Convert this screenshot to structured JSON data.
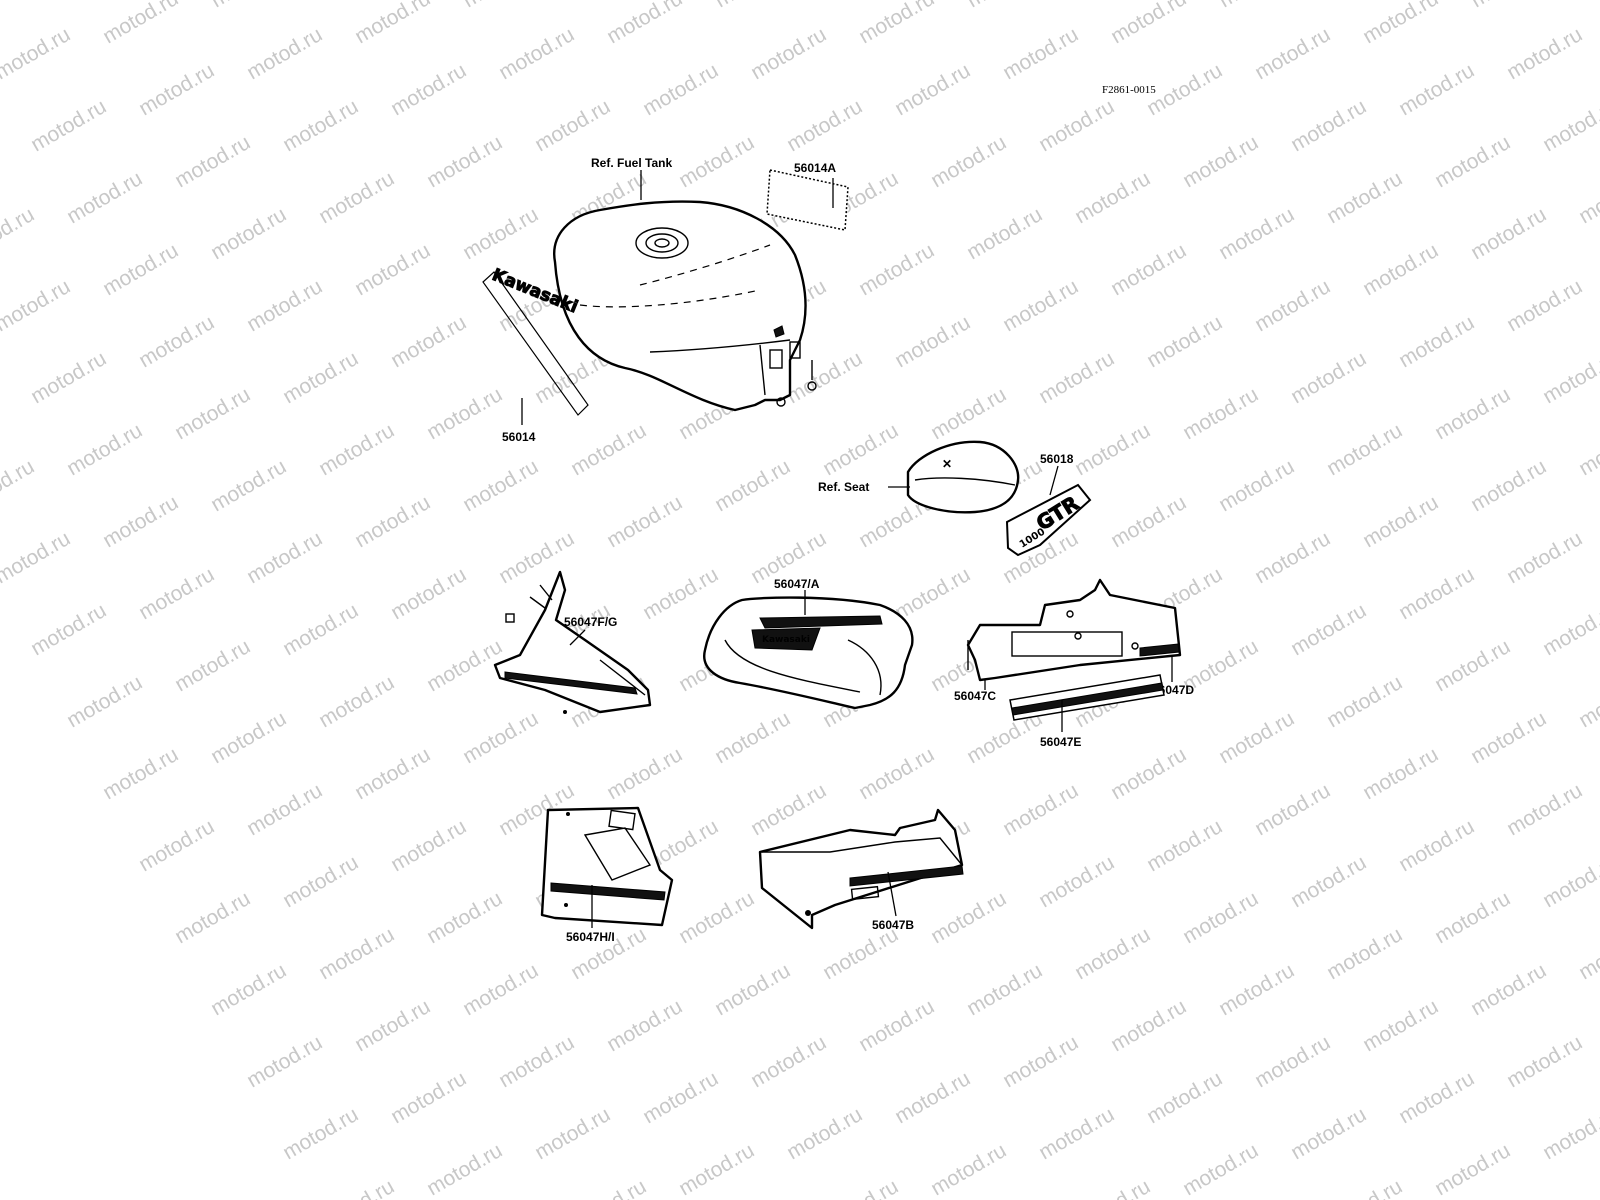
{
  "watermark": {
    "text": "motod.ru",
    "color": "#c8c8c8"
  },
  "figure_code": "F2861-0015",
  "callouts": {
    "fuel_tank": "Ref. Fuel Tank",
    "p56014A": "56014A",
    "p56014": "56014",
    "seat": "Ref. Seat",
    "p56018": "56018",
    "p56047A": "56047/A",
    "p56047FG": "56047F/G",
    "p56047C": "56047C",
    "p56047D": "56047D",
    "p56047E": "56047E",
    "p56047HI": "56047H/I",
    "p56047B": "56047B"
  },
  "decal_text": {
    "kawasaki": "Kawasaki",
    "gtr_model": "1000",
    "gtr_letters": "GTR"
  }
}
